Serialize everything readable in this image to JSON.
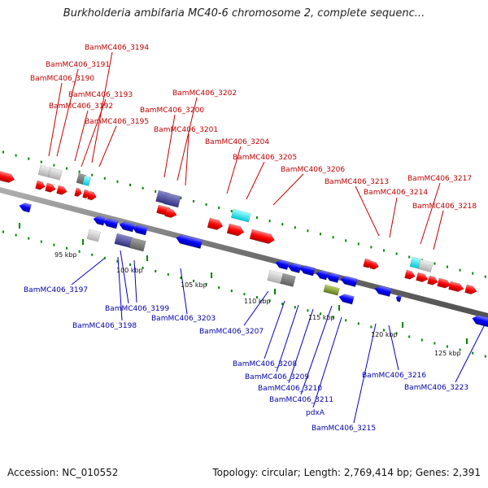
{
  "title": "Burkholderia ambifaria MC40-6 chromosome 2, complete sequenc...",
  "footer": {
    "accession": "Accession: NC_010552",
    "topology": "Topology: circular; Length: 2,769,414 bp; Genes: 2,391"
  },
  "ticks": [
    "95 kbp",
    "100 kbp",
    "105 kbp",
    "110 kbp",
    "115 kbp",
    "120 kbp",
    "125 kbp"
  ],
  "colors": {
    "forward": "#ff0000",
    "reverse": "#0000ff",
    "forward_label": "#c00000",
    "reverse_label": "#0000aa",
    "backbone": "#808080",
    "tick_green": "#008800"
  },
  "forward_labels": [
    "BamMC406_3194",
    "BamMC406_3191",
    "BamMC406_3190",
    "BamMC406_3193",
    "BamMC406_3192",
    "BamMC406_3195",
    "BamMC406_3202",
    "BamMC406_3200",
    "BamMC406_3201",
    "BamMC406_3204",
    "BamMC406_3205",
    "BamMC406_3206",
    "BamMC406_3213",
    "BamMC406_3214",
    "BamMC406_3217",
    "BamMC406_3218"
  ],
  "reverse_labels": [
    "BamMC406_3197",
    "BamMC406_3199",
    "BamMC406_3198",
    "BamMC406_3203",
    "BamMC406_3207",
    "BamMC406_3208",
    "BamMC406_3209",
    "BamMC406_3210",
    "BamMC406_3211",
    "pdxA",
    "BamMC406_3215",
    "BamMC406_3216",
    "BamMC406_3223"
  ]
}
